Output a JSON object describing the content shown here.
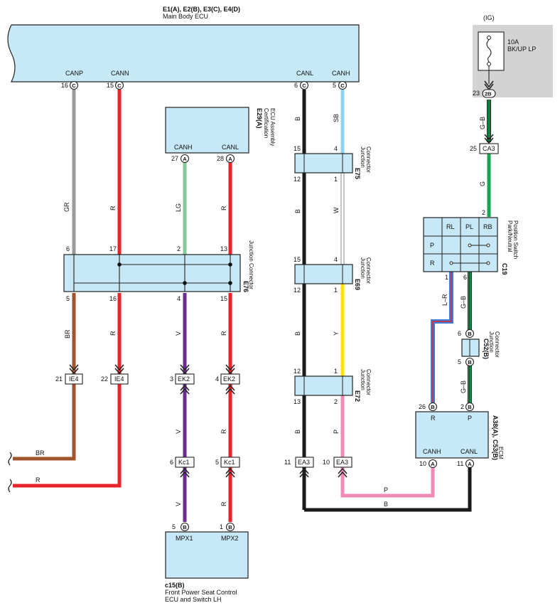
{
  "components": {
    "main_ecu": {
      "code": "E1(A), E2(B), E3(C), E4(D)",
      "name": "Main Body ECU",
      "pins": [
        {
          "num": "16",
          "conn": "C",
          "label": "CANP"
        },
        {
          "num": "15",
          "conn": "C",
          "label": "CANN"
        },
        {
          "num": "6",
          "conn": "C",
          "label": "CANL"
        },
        {
          "num": "5",
          "conn": "C",
          "label": "CANH"
        }
      ]
    },
    "cert_ecu": {
      "code": "E29(A)",
      "name1": "Certification",
      "name2": "ECU Assembly",
      "pins": [
        {
          "num": "27",
          "conn": "A",
          "label": "CANH"
        },
        {
          "num": "28",
          "conn": "A",
          "label": "CANL"
        }
      ]
    },
    "e76": {
      "code": "E76",
      "name": "Junction Connector",
      "top_pins": [
        "6",
        "17",
        "2",
        "13"
      ],
      "bottom_pins": [
        "5",
        "16",
        "4",
        "15"
      ]
    },
    "e75": {
      "code": "E75",
      "name1": "Junction",
      "name2": "Connector",
      "top_pin_a": "15",
      "top_pin_b": "4",
      "bot_pin_a": "12",
      "bot_pin_b": "1"
    },
    "e69": {
      "code": "E69",
      "name1": "Junction",
      "name2": "Connector",
      "top_pin_a": "15",
      "top_pin_b": "4",
      "bot_pin_a": "12",
      "bot_pin_b": "1"
    },
    "e72": {
      "code": "E72",
      "name1": "Junction",
      "name2": "Connector",
      "top_pin_a": "12",
      "top_pin_b": "1",
      "bot_pin_a": "13",
      "bot_pin_b": "2"
    },
    "fuse": {
      "ig": "(IG)",
      "rating": "10A",
      "name": "BK/UP LP",
      "pin_num": "23",
      "pin_conn": "2B"
    },
    "ca3": {
      "num": "25",
      "label": "CA3"
    },
    "c19": {
      "code": "C19",
      "name1": "Park/Neutral",
      "name2": "Position Switch",
      "top_pin": "2",
      "cols": [
        "RL",
        "PL",
        "RB"
      ],
      "rows": [
        "P",
        "R"
      ],
      "pin_left": "1",
      "pin_right": "6"
    },
    "c52": {
      "code": "C52(B)",
      "name1": "Junction",
      "name2": "Connector",
      "pin_top_num": "6",
      "pin_top_conn": "B",
      "pin_bot_num": "5",
      "pin_bot_conn": "B"
    },
    "ecm": {
      "code": "A38(A), C53(B)",
      "name": "ECM",
      "pins": [
        {
          "num": "26",
          "conn": "B",
          "label": "R"
        },
        {
          "num": "2",
          "conn": "B",
          "label": "P"
        },
        {
          "num": "10",
          "conn": "A",
          "label": "CANH"
        },
        {
          "num": "11",
          "conn": "A",
          "label": "CANL"
        }
      ]
    },
    "seat_ecu": {
      "code": "c15(B)",
      "name1": "Front Power Seat Control",
      "name2": "ECU and Switch LH",
      "pins": [
        {
          "num": "5",
          "conn": "B",
          "label": "MPX1"
        },
        {
          "num": "1",
          "conn": "B",
          "label": "MPX2"
        }
      ]
    }
  },
  "connectors": {
    "ie4_a": {
      "num": "21",
      "label": "IE4"
    },
    "ie4_b": {
      "num": "22",
      "label": "IE4"
    },
    "ek2_a": {
      "num": "3",
      "label": "EK2"
    },
    "ek2_b": {
      "num": "4",
      "label": "EK2"
    },
    "kc1_a": {
      "num": "6",
      "label": "Kc1"
    },
    "kc1_b": {
      "num": "5",
      "label": "Kc1"
    },
    "ea3_a": {
      "num": "11",
      "label": "EA3"
    },
    "ea3_b": {
      "num": "10",
      "label": "EA3"
    }
  },
  "wire_labels": {
    "gr": "GR",
    "r1": "R",
    "lg": "LG",
    "r2": "R",
    "b1": "B",
    "sb": "SB",
    "w": "W",
    "br": "BR",
    "r3": "R",
    "v1": "V",
    "r4": "R",
    "b2": "B",
    "y": "Y",
    "b3": "B",
    "p1": "P",
    "v2": "V",
    "r5": "R",
    "v3": "V",
    "r6": "R",
    "br_h": "BR",
    "r_h": "R",
    "p_h": "P",
    "b_h": "B",
    "gb1": "G–B",
    "g": "G",
    "lr": "L–R",
    "gb2": "G–B",
    "gb3": "G–B"
  },
  "colors": {
    "gray": "#9a9a9a",
    "red": "#e8232a",
    "green_lt": "#86c99b",
    "black": "#1a1a1a",
    "sky": "#8fd3f2",
    "white": "#ffffff",
    "brown": "#a0542c",
    "violet": "#6a2d8f",
    "yellow": "#ffe000",
    "pink": "#f28ab8",
    "green": "#14a650",
    "blue": "#3a7fd6",
    "box_fill": "#c6e8f7",
    "fuse_bg": "#d3d3d3"
  }
}
